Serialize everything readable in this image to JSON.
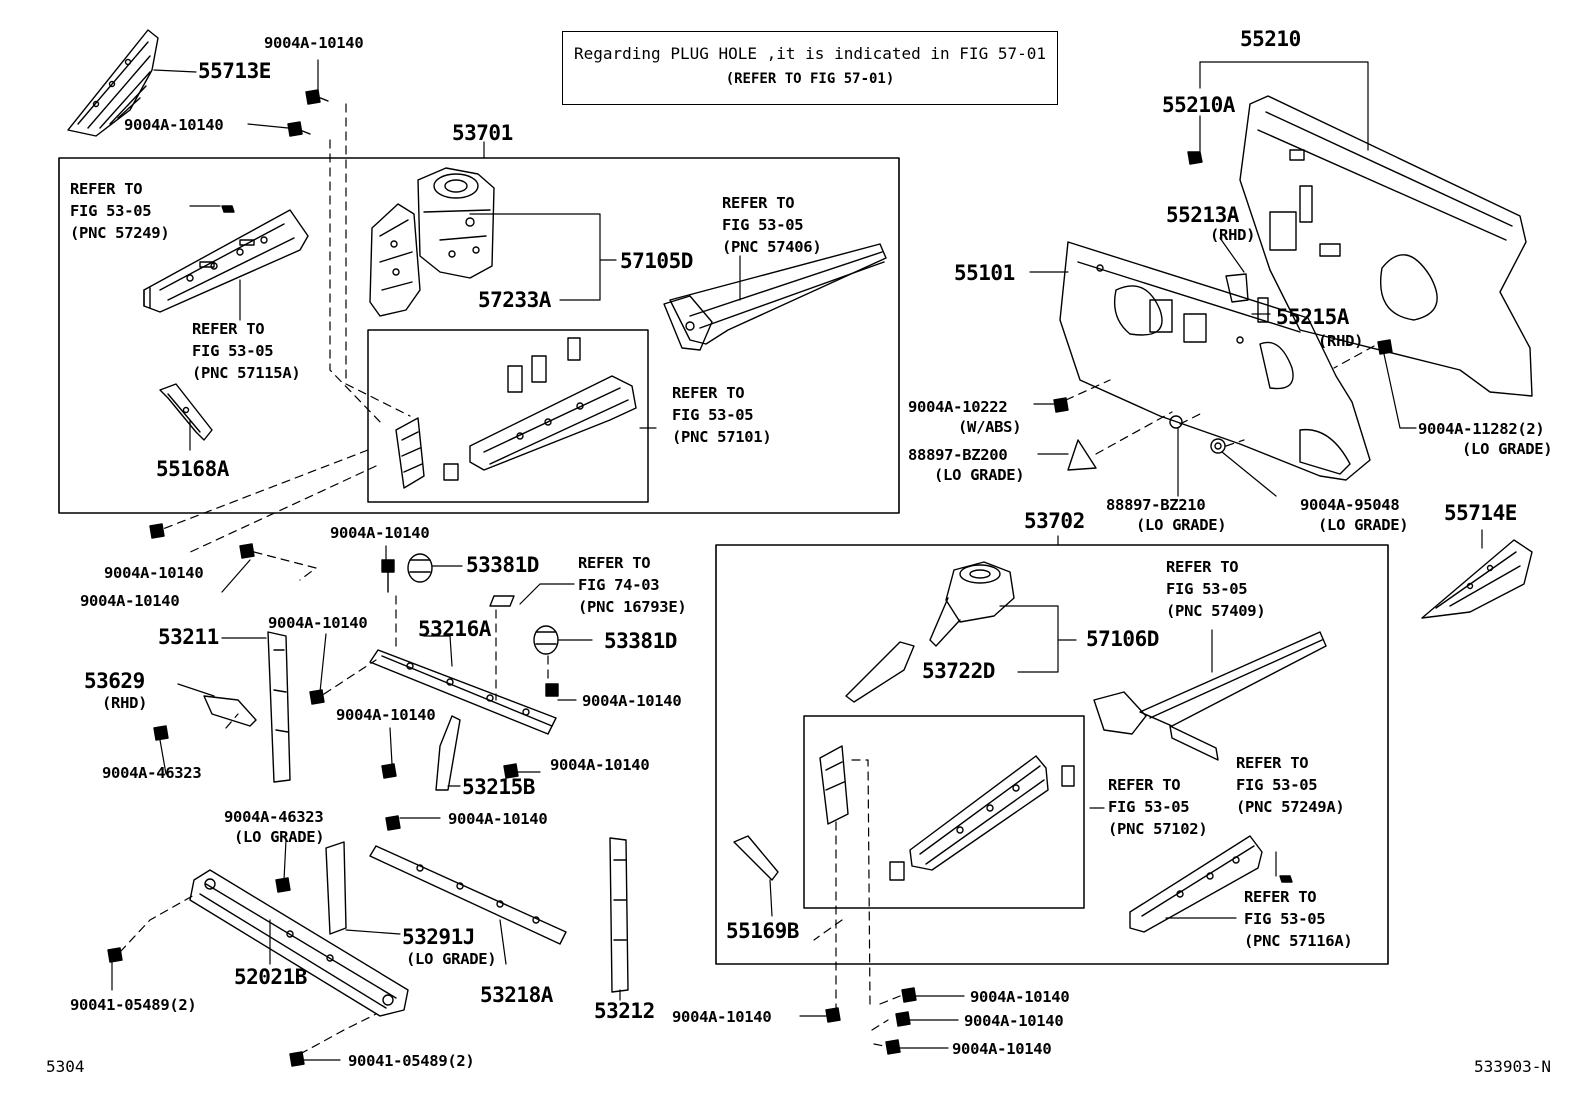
{
  "note": {
    "line1": "Regarding PLUG HOLE ,it is indicated in FIG 57-01",
    "line2": "(REFER TO FIG 57-01)"
  },
  "labels": {
    "p55713E": "55713E",
    "p9004A_10140_a": "9004A-10140",
    "p9004A_10140_b": "9004A-10140",
    "p53701": "53701",
    "ref_57249": "REFER TO\nFIG 53-05\n(PNC 57249)",
    "ref_57115A": "REFER TO\nFIG 53-05\n(PNC 57115A)",
    "p55168A": "55168A",
    "p57105D": "57105D",
    "p57233A": "57233A",
    "ref_57406": "REFER TO\nFIG 53-05\n(PNC 57406)",
    "ref_57101": "REFER TO\nFIG 53-05\n(PNC 57101)",
    "p55210": "55210",
    "p55210A": "55210A",
    "p55213A": "55213A",
    "rhd_55213A": "(RHD)",
    "p55101": "55101",
    "p55215A": "55215A",
    "rhd_55215A": "(RHD)",
    "p9004A_10222": "9004A-10222",
    "wabs": "(W/ABS)",
    "p88897_BZ200": "88897-BZ200",
    "lo_88897_BZ200": "(LO GRADE)",
    "p88897_BZ210": "88897-BZ210",
    "lo_88897_BZ210": "(LO GRADE)",
    "p9004A_95048": "9004A-95048",
    "lo_9004A_95048": "(LO GRADE)",
    "p9004A_11282": "9004A-11282(2)",
    "lo_9004A_11282": "(LO GRADE)",
    "p55714E": "55714E",
    "p9004A_10140_c": "9004A-10140",
    "p9004A_10140_d": "9004A-10140",
    "p9004A_10140_e": "9004A-10140",
    "p53381D_a": "53381D",
    "ref_16793E": "REFER TO\nFIG 74-03\n(PNC 16793E)",
    "p53211": "53211",
    "p9004A_10140_f": "9004A-10140",
    "p53216A": "53216A",
    "p53381D_b": "53381D",
    "p53629": "53629",
    "rhd_53629": "(RHD)",
    "p9004A_10140_g": "9004A-10140",
    "p9004A_46323_a": "9004A-46323",
    "p9004A_10140_h": "9004A-10140",
    "p9004A_10140_i": "9004A-10140",
    "p53215B": "53215B",
    "p9004A_46323_b": "9004A-46323",
    "lo_9004A_46323": "(LO GRADE)",
    "p9004A_10140_j": "9004A-10140",
    "p53291J": "53291J",
    "lo_53291J": "(LO GRADE)",
    "p52021B": "52021B",
    "p53218A": "53218A",
    "p53212": "53212",
    "p90041_05489_a": "90041-05489(2)",
    "p90041_05489_b": "90041-05489(2)",
    "p53702": "53702",
    "ref_57409": "REFER TO\nFIG 53-05\n(PNC 57409)",
    "p57106D": "57106D",
    "p53722D": "53722D",
    "ref_57249A": "REFER TO\nFIG 53-05\n(PNC 57249A)",
    "ref_57102": "REFER TO\nFIG 53-05\n(PNC 57102)",
    "ref_57116A": "REFER TO\nFIG 53-05\n(PNC 57116A)",
    "p55169B": "55169B",
    "p9004A_10140_k": "9004A-10140",
    "p9004A_10140_l": "9004A-10140",
    "p9004A_10140_m": "9004A-10140",
    "p9004A_10140_n": "9004A-10140"
  },
  "footer": {
    "left": "5304",
    "right": "533903-N"
  }
}
